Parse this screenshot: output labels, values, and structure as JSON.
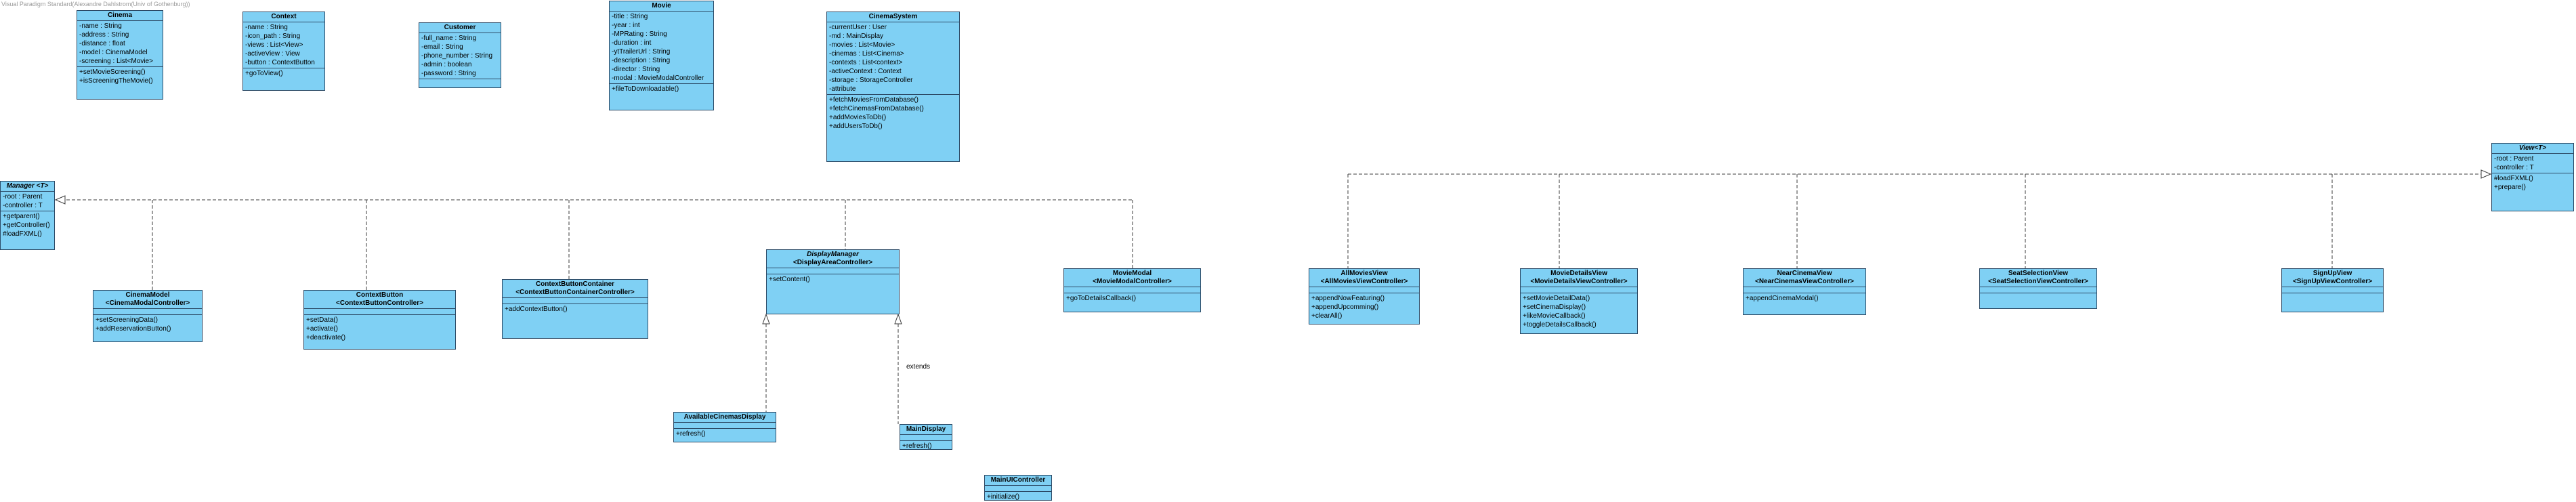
{
  "watermark": "Visual Paradigm Standard(Alexandre Dahlstrom(Univ of Gothenburg))",
  "extends_label": "extends",
  "classes": {
    "cinema": {
      "name": "Cinema",
      "attrs": [
        "-name : String",
        "-address : String",
        "-distance : float",
        "-model : CinemaModel",
        "-screening : List<Movie>"
      ],
      "ops": [
        "+setMovieScreening()",
        "+isScreeningTheMovie()"
      ]
    },
    "context": {
      "name": "Context",
      "attrs": [
        "-name : String",
        "-icon_path : String",
        "-views : List<View>",
        "-activeView : View",
        "-button : ContextButton"
      ],
      "ops": [
        "+goToView()"
      ]
    },
    "customer": {
      "name": "Customer",
      "attrs": [
        "-full_name : String",
        "-email : String",
        "-phone_number : String",
        "-admin : boolean",
        "-password : String"
      ],
      "ops": []
    },
    "movie": {
      "name": "Movie",
      "attrs": [
        "-title : String",
        "-year : int",
        "-MPRating : String",
        "-duration : int",
        "-ytTrailerUrl : String",
        "-description : String",
        "-director : String",
        "-modal : MovieModalController"
      ],
      "ops": [
        "+fileToDownloadable()"
      ]
    },
    "cinemasystem": {
      "name": "CinemaSystem",
      "attrs": [
        "-currentUser : User",
        "-md : MainDisplay",
        "-movies : List<Movie>",
        "-cinemas : List<Cinema>",
        "-contexts : List<context>",
        "-activeContext : Context",
        "-storage : StorageController",
        "-attribute"
      ],
      "ops": [
        "+fetchMoviesFromDatabase()",
        "+fetchCinemasFromDatabase()",
        "+addMoviesToDb()",
        "+addUsersToDb()"
      ]
    },
    "manager": {
      "name": "Manager <T>",
      "attrs": [
        "-root : Parent",
        "-controller : T"
      ],
      "ops": [
        "+getparent()",
        "+getController()",
        "#loadFXML()"
      ]
    },
    "view": {
      "name": "View<T>",
      "attrs": [
        "-root : Parent",
        "-controller : T"
      ],
      "ops": [
        "#loadFXML()",
        "+prepare()"
      ]
    },
    "cinemamodel": {
      "name": "CinemaModel",
      "sub": "<CinemaModalController>",
      "attrs": [],
      "ops": [
        "+setScreeningData()",
        "+addReservationButton()"
      ]
    },
    "contextbutton": {
      "name": "ContextButton",
      "sub": "<ContextButtonController>",
      "attrs": [],
      "ops": [
        "+setData()",
        "+activate()",
        "+deactivate()"
      ]
    },
    "contextbuttoncontainer": {
      "name": "ContextButtonContainer",
      "sub": "<ContextButtonContainerController>",
      "attrs": [],
      "ops": [
        "+addContextButton()"
      ]
    },
    "displaymanager": {
      "name": "DisplayManager",
      "sub": "<DisplayAreaController>",
      "attrs": [],
      "ops": [
        "+setContent()"
      ]
    },
    "moviemodal": {
      "name": "MovieModal",
      "sub": "<MovieModalController>",
      "attrs": [],
      "ops": [
        "+goToDetailsCallback()"
      ]
    },
    "allmoviesview": {
      "name": "AllMoviesView",
      "sub": "<AllMoviesViewController>",
      "attrs": [],
      "ops": [
        "+appendNowFeaturing()",
        "+appendUpcomming()",
        "+clearAll()"
      ]
    },
    "moviedetailsview": {
      "name": "MovieDetailsView",
      "sub": "<MovieDetailsViewController>",
      "attrs": [],
      "ops": [
        "+setMovieDetailData()",
        "+setCinemaDisplay()",
        "+likeMovieCallback()",
        "+toggleDetailsCallback()"
      ]
    },
    "nearcinemaview": {
      "name": "NearCinemaView",
      "sub": "<NearCinemasViewController>",
      "attrs": [],
      "ops": [
        "+appendCinemaModal()"
      ]
    },
    "seatselectionview": {
      "name": "SeatSelectionView",
      "sub": "<SeatSelectionViewController>",
      "attrs": [],
      "ops": []
    },
    "signupview": {
      "name": "SignUpView",
      "sub": "<SignUpViewController>",
      "attrs": [],
      "ops": []
    },
    "availablecinemasdisplay": {
      "name": "AvailableCinemasDisplay",
      "attrs": [],
      "ops": [
        "+refresh()"
      ]
    },
    "maindisplay": {
      "name": "MainDisplay",
      "attrs": [],
      "ops": [
        "+refresh()"
      ]
    },
    "mainuicontroller": {
      "name": "MainUIController",
      "attrs": [],
      "ops": [
        "+initialize()"
      ]
    }
  }
}
